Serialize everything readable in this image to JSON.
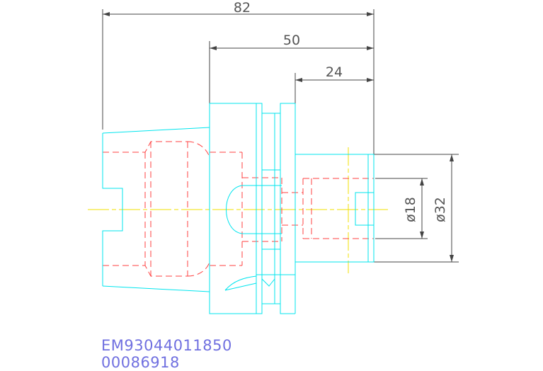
{
  "dimensions": {
    "overall_length": "82",
    "body_length": "50",
    "shank_length": "24",
    "bore_diameter": "ø18",
    "shank_diameter": "ø32"
  },
  "part_code": "EM93044011850",
  "serial_number": "00086918",
  "colors": {
    "outline": "#00e5ee",
    "hidden": "#ff4040",
    "centerline": "#f0e000",
    "dimension": "#444444",
    "text": "#7070e0"
  }
}
